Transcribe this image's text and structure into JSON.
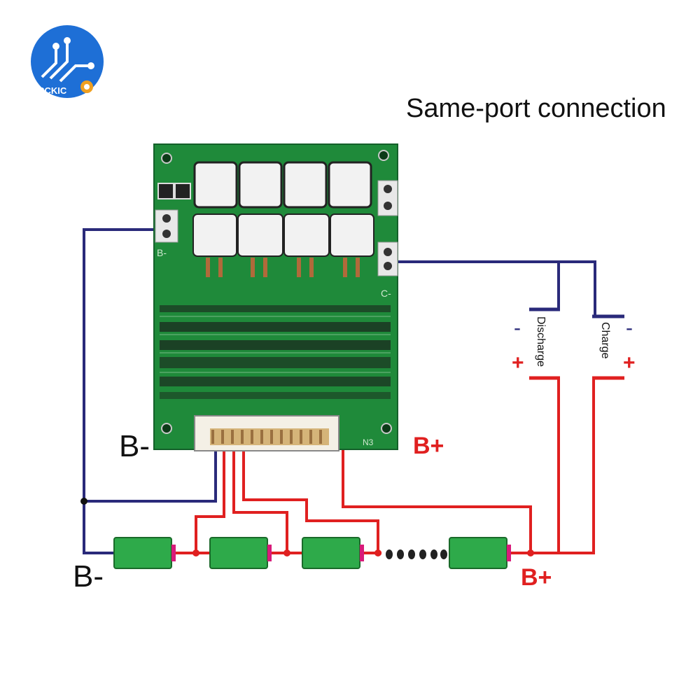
{
  "logo": {
    "text": "OCCKIC"
  },
  "title": "Same-port connection",
  "labels": {
    "b_minus_board": "B-",
    "b_plus_board": "B+",
    "b_minus_bottom": "B-",
    "b_plus_bottom": "B+",
    "discharge": "Discharge",
    "charge": "Charge",
    "discharge_minus": "-",
    "discharge_plus": "+",
    "charge_minus": "-",
    "charge_plus": "+",
    "pcb_b_mark": "B-",
    "pcb_c_mark": "C-",
    "connector_label": "N3"
  },
  "colors": {
    "negative_wire": "#2a2a7a",
    "positive_wire": "#e02020",
    "pcb_green": "#1f8a3a",
    "cell_green": "#2eaa4a",
    "cell_terminal": "#d81b7a",
    "logo_blue": "#1e6fd6"
  }
}
